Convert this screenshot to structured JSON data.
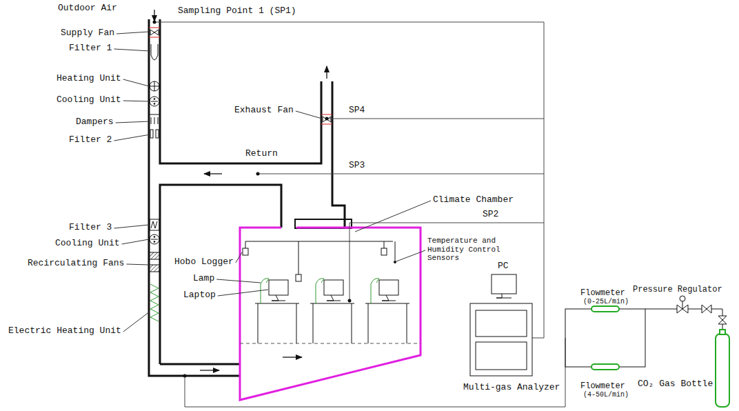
{
  "diagram": {
    "labels": [
      "Outdoor Air",
      "Sampling Point 1 (SP1)",
      "Supply Fan",
      "Filter 1",
      "Heating Unit",
      "Cooling Unit",
      "Dampers",
      "Filter 2",
      "Exhaust Fan",
      "SP4",
      "Return",
      "SP3",
      "Climate Chamber",
      "SP2",
      "Filter 3",
      "Cooling Unit",
      "Recirculating Fans",
      "Hobo Logger",
      "Lamp",
      "Laptop",
      "Temperature and Humidity Control Sensors",
      "PC",
      "Electric Heating Unit",
      "Multi-gas Analyzer",
      "Flowmeter",
      "(0-25L/min)",
      "Pressure Regulator",
      "Flowmeter",
      "(4-50L/min)",
      "CO₂ Gas Bottle"
    ]
  }
}
